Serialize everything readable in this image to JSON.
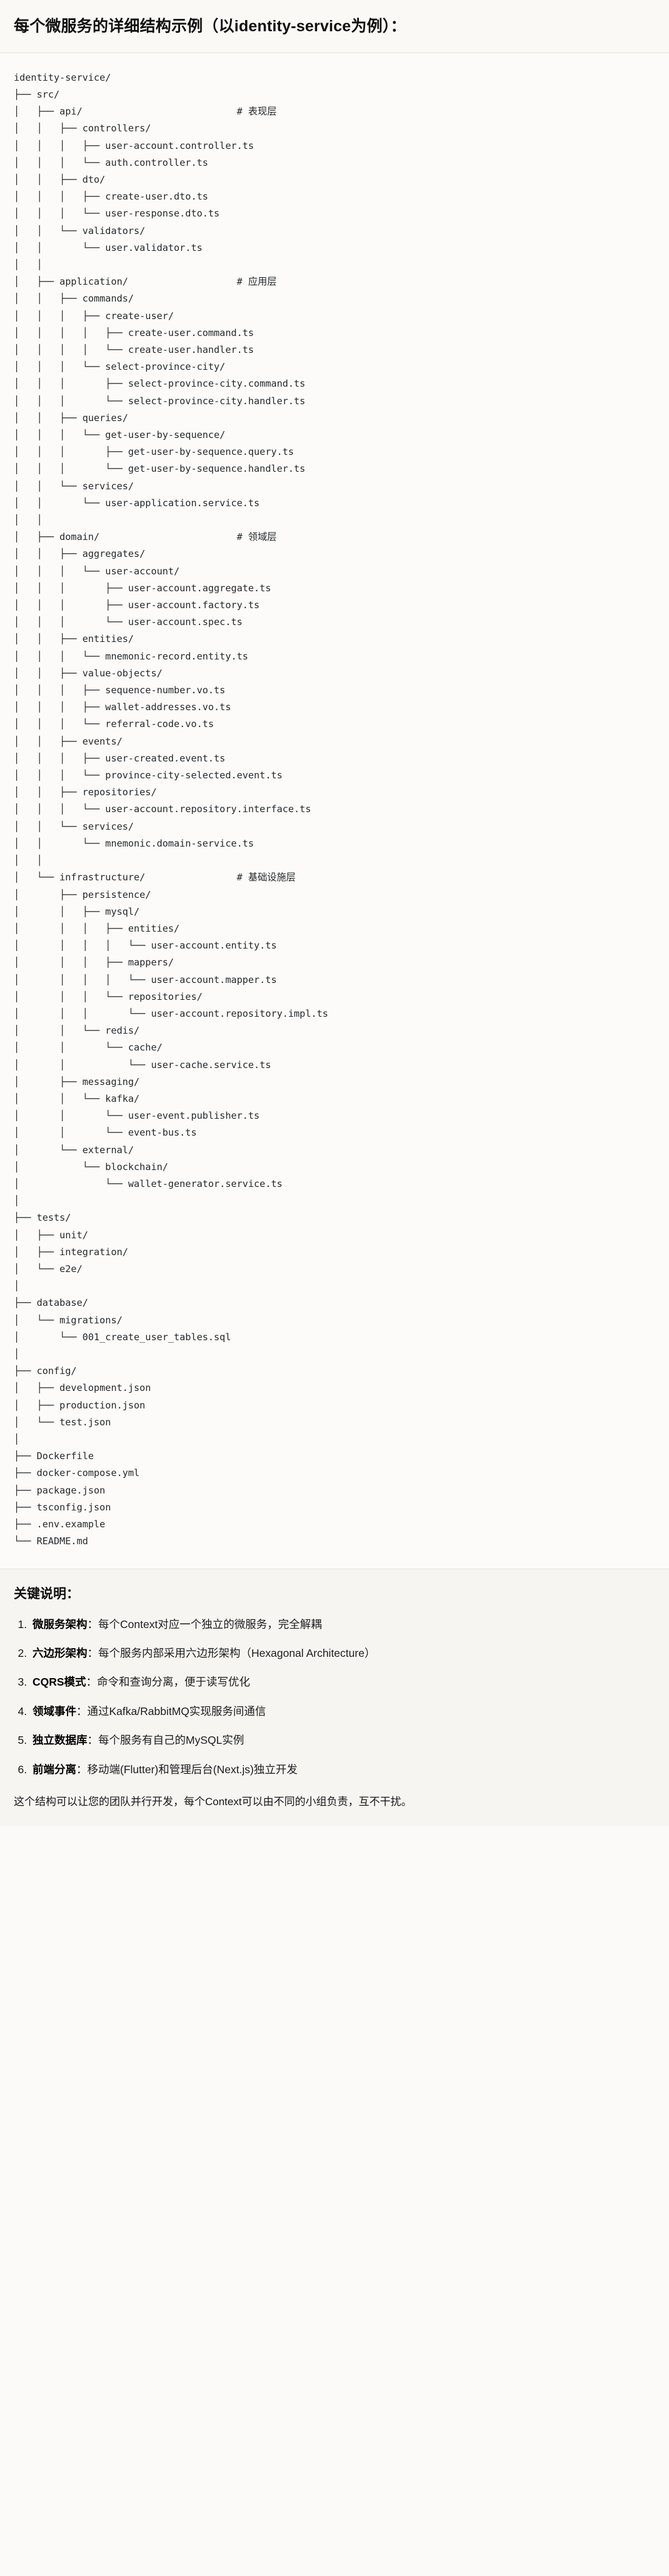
{
  "heading": {
    "title": "每个微服务的详细结构示例（以identity-service为例）："
  },
  "tree": {
    "root_label": "identity-service/",
    "text": "identity-service/\n├── src/\n│   ├── api/                           # 表现层\n│   │   ├── controllers/\n│   │   │   ├── user-account.controller.ts\n│   │   │   └── auth.controller.ts\n│   │   ├── dto/\n│   │   │   ├── create-user.dto.ts\n│   │   │   └── user-response.dto.ts\n│   │   └── validators/\n│   │       └── user.validator.ts\n│   │\n│   ├── application/                   # 应用层\n│   │   ├── commands/\n│   │   │   ├── create-user/\n│   │   │   │   ├── create-user.command.ts\n│   │   │   │   └── create-user.handler.ts\n│   │   │   └── select-province-city/\n│   │   │       ├── select-province-city.command.ts\n│   │   │       └── select-province-city.handler.ts\n│   │   ├── queries/\n│   │   │   └── get-user-by-sequence/\n│   │   │       ├── get-user-by-sequence.query.ts\n│   │   │       └── get-user-by-sequence.handler.ts\n│   │   └── services/\n│   │       └── user-application.service.ts\n│   │\n│   ├── domain/                        # 领域层\n│   │   ├── aggregates/\n│   │   │   └── user-account/\n│   │   │       ├── user-account.aggregate.ts\n│   │   │       ├── user-account.factory.ts\n│   │   │       └── user-account.spec.ts\n│   │   ├── entities/\n│   │   │   └── mnemonic-record.entity.ts\n│   │   ├── value-objects/\n│   │   │   ├── sequence-number.vo.ts\n│   │   │   ├── wallet-addresses.vo.ts\n│   │   │   └── referral-code.vo.ts\n│   │   ├── events/\n│   │   │   ├── user-created.event.ts\n│   │   │   └── province-city-selected.event.ts\n│   │   ├── repositories/\n│   │   │   └── user-account.repository.interface.ts\n│   │   └── services/\n│   │       └── mnemonic.domain-service.ts\n│   │\n│   └── infrastructure/                # 基础设施层\n│       ├── persistence/\n│       │   ├── mysql/\n│       │   │   ├── entities/\n│       │   │   │   └── user-account.entity.ts\n│       │   │   ├── mappers/\n│       │   │   │   └── user-account.mapper.ts\n│       │   │   └── repositories/\n│       │   │       └── user-account.repository.impl.ts\n│       │   └── redis/\n│       │       └── cache/\n│       │           └── user-cache.service.ts\n│       ├── messaging/\n│       │   └── kafka/\n│       │       └── user-event.publisher.ts\n│       │       └── event-bus.ts\n│       └── external/\n│           └── blockchain/\n│               └── wallet-generator.service.ts\n│\n├── tests/\n│   ├── unit/\n│   ├── integration/\n│   └── e2e/\n│\n├── database/\n│   └── migrations/\n│       └── 001_create_user_tables.sql\n│\n├── config/\n│   ├── development.json\n│   ├── production.json\n│   └── test.json\n│\n├── Dockerfile\n├── docker-compose.yml\n├── package.json\n├── tsconfig.json\n├── .env.example\n└── README.md",
    "layer_comments": [
      {
        "layer": "api",
        "comment": "# 表现层"
      },
      {
        "layer": "application",
        "comment": "# 应用层"
      },
      {
        "layer": "domain",
        "comment": "# 领域层"
      },
      {
        "layer": "infrastructure",
        "comment": "# 基础设施层"
      }
    ]
  },
  "notes": {
    "title": "关键说明：",
    "items": [
      {
        "term": "微服务架构",
        "separator": "：",
        "body": "每个Context对应一个独立的微服务，完全解耦"
      },
      {
        "term": "六边形架构",
        "separator": "：",
        "body": "每个服务内部采用六边形架构（Hexagonal Architecture）"
      },
      {
        "term": "CQRS模式",
        "separator": "：",
        "body": "命令和查询分离，便于读写优化"
      },
      {
        "term": "领域事件",
        "separator": "：",
        "body": "通过Kafka/RabbitMQ实现服务间通信"
      },
      {
        "term": "独立数据库",
        "separator": "：",
        "body": "每个服务有自己的MySQL实例"
      },
      {
        "term": "前端分离",
        "separator": "：",
        "body": "移动端(Flutter)和管理后台(Next.js)独立开发"
      }
    ],
    "closing": "这个结构可以让您的团队并行开发，每个Context可以由不同的小组负责，互不干扰。"
  }
}
